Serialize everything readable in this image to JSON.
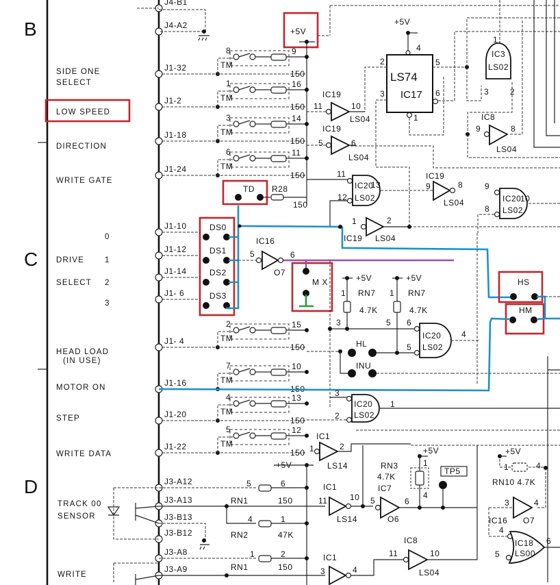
{
  "title": "Floppy drive interface schematic (zones B–D)",
  "zones": [
    "B",
    "C",
    "D"
  ],
  "colors": {
    "highlight": "#c0272d",
    "trace_blue": "#1e90c8",
    "trace_purple": "#9b4fa8",
    "trace_green": "#2a9a3a"
  },
  "signals": {
    "side_one_select": [
      "SIDE ONE",
      "SELECT"
    ],
    "low_speed": "LOW SPEED",
    "direction": "DIRECTION",
    "write_gate": "WRITE GATE",
    "drive_select": {
      "drive": "DRIVE",
      "select": "SELECT",
      "nums": [
        "0",
        "1",
        "2",
        "3"
      ]
    },
    "head_load": [
      "HEAD LOAD",
      "(IN USE)"
    ],
    "motor_on": "MOTOR ON",
    "step": "STEP",
    "write_data": "WRITE DATA",
    "track00": [
      "TRACK 00",
      "SENSOR"
    ],
    "write_protect": "WRITE"
  },
  "connectors": [
    "J4-B1",
    "J4-A2",
    "J1-32",
    "J1-2",
    "J1-18",
    "J1-24",
    "J1-10",
    "J1-12",
    "J1-14",
    "J1- 6",
    "J1- 4",
    "J1-16",
    "J1-20",
    "J1-22",
    "J3-A12",
    "J3-A13",
    "J3-B13",
    "J3-B12",
    "J3-A8",
    "J3-A9"
  ],
  "terminators": [
    {
      "pins": [
        "8",
        "9"
      ],
      "label": "TM",
      "value": "150"
    },
    {
      "pins": [
        "1",
        "16"
      ],
      "label": "TM",
      "value": "150"
    },
    {
      "pins": [
        "3",
        "14"
      ],
      "label": "TM",
      "value": "150"
    },
    {
      "pins": [
        "6",
        "11"
      ],
      "label": "TM",
      "value": "150"
    },
    {
      "pins": [
        "2",
        "15"
      ],
      "label": "TM",
      "value": "150"
    },
    {
      "pins": [
        "7",
        "10"
      ],
      "label": "TM",
      "value": "150"
    },
    {
      "pins": [
        "4",
        "13"
      ],
      "label": "TM",
      "value": "150"
    },
    {
      "pins": [
        "5",
        "12"
      ],
      "label": "TM",
      "value": "150"
    }
  ],
  "jumpers": {
    "td": "TD",
    "r28": "R28",
    "r28_val": "150",
    "ds": [
      "DS0",
      "DS1",
      "DS2",
      "DS3"
    ],
    "mx": "M X",
    "hs": "HS",
    "hm": "HM",
    "hl": "HL",
    "inu": "INU"
  },
  "power": "+5V",
  "ics": {
    "ic17": [
      "LS74",
      "IC17"
    ],
    "ic3": [
      "IC3",
      "LS02"
    ],
    "ic19": "IC19",
    "ic20": [
      "IC20",
      "LS02"
    ],
    "ic8": "IC8",
    "ic16": "IC16",
    "ic1": "IC1",
    "ic7": "IC7",
    "ic18": [
      "IC18",
      "LS00"
    ],
    "ls04": "LS04",
    "ls14": "LS14",
    "o7": "O7",
    "o6": "O6"
  },
  "resistors": {
    "rn7": "RN7",
    "rn7_val": "4.7K",
    "rn1": "RN1",
    "rn1_val": "150",
    "rn2": "RN2",
    "rn2_val": "47K",
    "rn3": "RN3",
    "rn3_val": "4.7K",
    "rn10": "RN10 4.7K"
  },
  "testpoint": "TP5",
  "pin_numbers": {
    "ic19a_in": "11",
    "ic19a_out": "10",
    "ic19b_in": "5",
    "ic19b_out": "6",
    "ic17_2": "2",
    "ic17_3": "3",
    "ic17_4": "4",
    "ic17_5": "5",
    "ic17_6": "6",
    "ic17_1": "1",
    "ic3_1": "1",
    "ic3_3": "3",
    "ic3_2": "2",
    "ic8_9": "9",
    "ic8_8": "8",
    "ic20a_11": "11",
    "ic20a_12": "12",
    "ic20a_13": "13",
    "ic19c_9": "9",
    "ic19c_8": "8",
    "ic20b_9": "9",
    "ic20b_8": "8",
    "ic20b_10": "10",
    "ic19d_1": "1",
    "ic19d_2": "2",
    "ic16_5": "5",
    "ic16_6": "6",
    "rn7a_1": "1",
    "rn7a_3": "3",
    "rn7b_1": "1",
    "rn7b_5": "5",
    "ic20c_6": "6",
    "ic20c_5": "5",
    "ic20c_4": "4",
    "ic20d_3": "3",
    "ic20d_2": "2",
    "ic20d_1": "1",
    "ic1a_1": "1",
    "ic1a_2": "2",
    "ic1b_11": "11",
    "ic1b_10": "10",
    "ic7_5": "5",
    "ic7_6": "6",
    "rn3_1": "1",
    "rn3_4": "4",
    "rn1a_5": "5",
    "rn1a_6": "6",
    "rn2_4": "4",
    "rn2_1": "1",
    "rn1b_1": "1",
    "rn1b_2": "2",
    "ic1c_3": "3",
    "ic1c_4": "4",
    "ic8b_11": "11",
    "ic8b_10": "10",
    "rn10_1": "1",
    "rn10_4": "4",
    "ic16b_3": "3",
    "ic16b_4": "4",
    "ic18_4": "4",
    "ic18_5": "5",
    "ic18_6": "6"
  }
}
